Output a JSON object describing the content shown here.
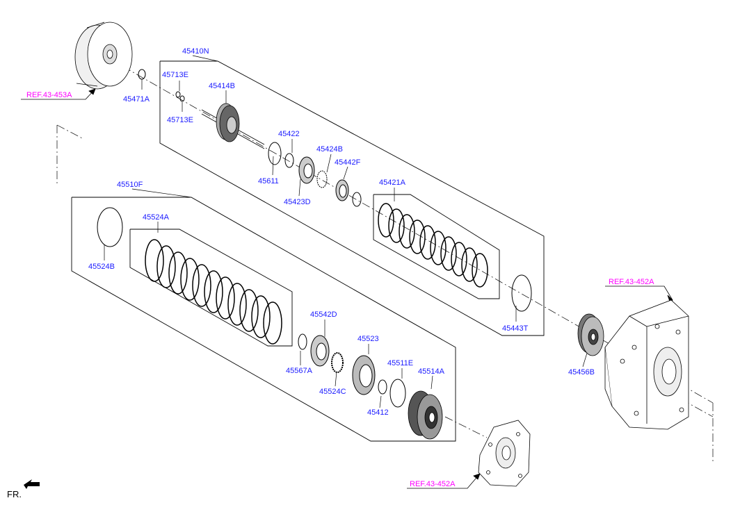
{
  "colors": {
    "part_label": "#1a1aff",
    "ref_label": "#ff00ff",
    "line": "#000000",
    "body": "#ffffff"
  },
  "refs": [
    "REF.43-453A",
    "REF.43-452A",
    "REF.43-452A"
  ],
  "parts": [
    "45410N",
    "45713E",
    "45713E",
    "45414B",
    "45471A",
    "45422",
    "45424B",
    "45442F",
    "45611",
    "45423D",
    "45421A",
    "45443T",
    "45510F",
    "45524A",
    "45524B",
    "45542D",
    "45523",
    "45567A",
    "45524C",
    "45511E",
    "45514A",
    "45412",
    "45456B"
  ],
  "fr_label": "FR."
}
